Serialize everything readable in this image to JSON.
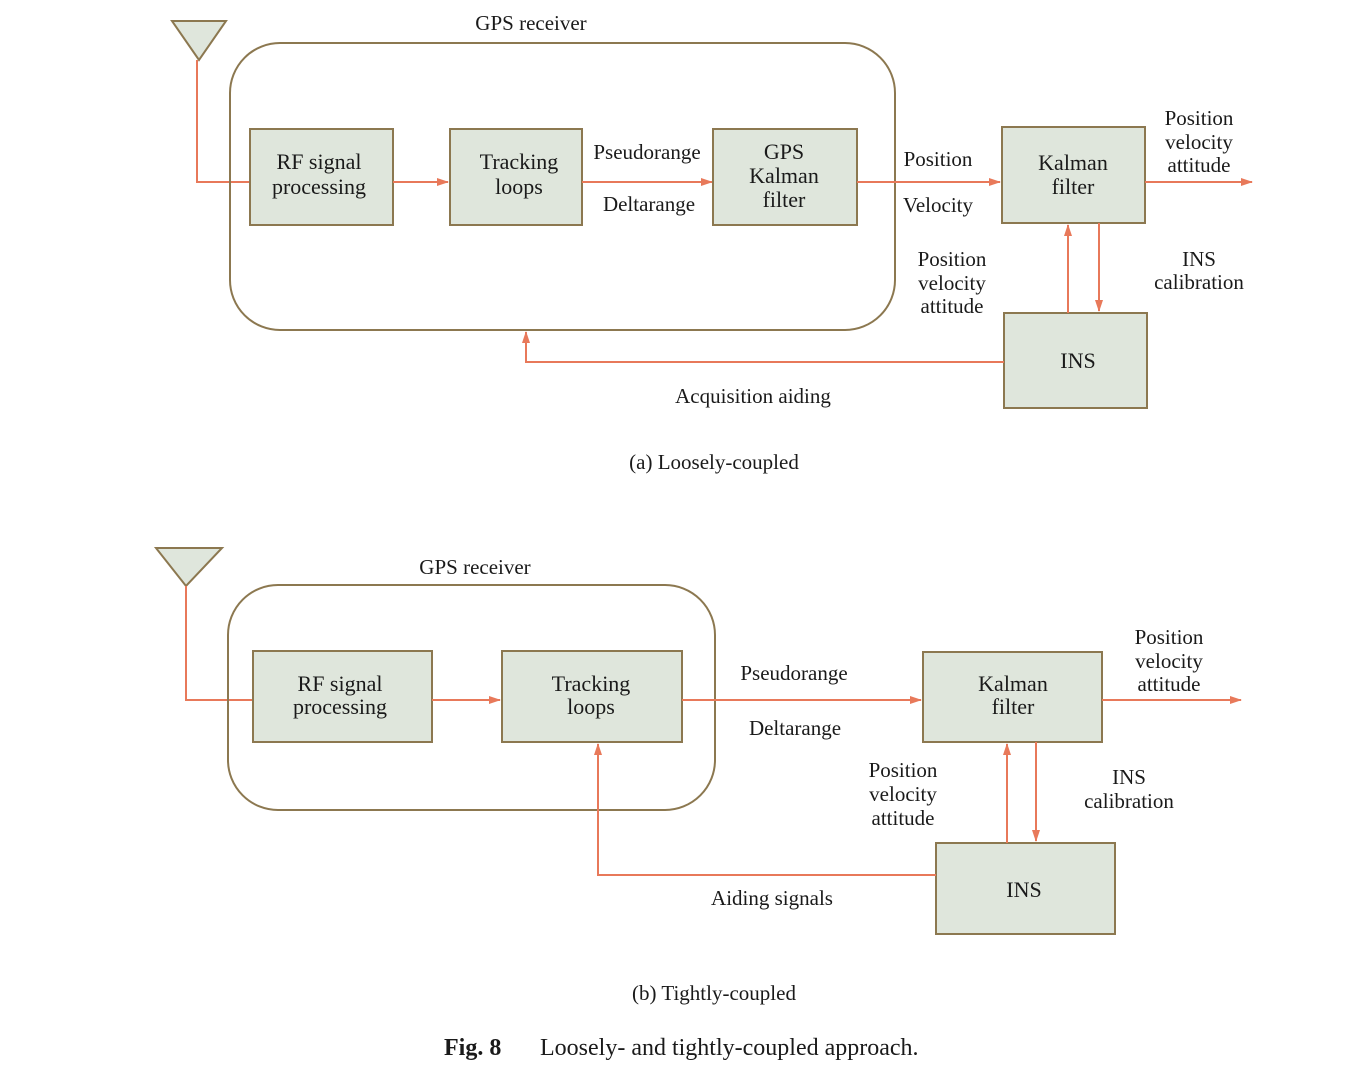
{
  "colors": {
    "block_fill": "#dfe6dc",
    "block_border": "#8c7850",
    "signal_line": "#e8795a",
    "text": "#1a1a1a"
  },
  "loose": {
    "receiver_label": "GPS receiver",
    "rf_block": [
      "RF signal",
      "processing"
    ],
    "tracking_block": [
      "Tracking",
      "loops"
    ],
    "gps_kf_block": [
      "GPS",
      "Kalman",
      "filter"
    ],
    "kalman_block": [
      "Kalman",
      "filter"
    ],
    "ins_block": "INS",
    "pseudorange": "Pseudorange",
    "deltarange": "Deltarange",
    "position": "Position",
    "velocity": "Velocity",
    "output": [
      "Position",
      "velocity",
      "attitude"
    ],
    "ins_to_kf": [
      "Position",
      "velocity",
      "attitude"
    ],
    "ins_calibration": [
      "INS",
      "calibration"
    ],
    "aiding": "Acquisition aiding",
    "caption": "(a)  Loosely-coupled"
  },
  "tight": {
    "receiver_label": "GPS receiver",
    "rf_block": [
      "RF signal",
      "processing"
    ],
    "tracking_block": [
      "Tracking",
      "loops"
    ],
    "kalman_block": [
      "Kalman",
      "filter"
    ],
    "ins_block": "INS",
    "pseudorange": "Pseudorange",
    "deltarange": "Deltarange",
    "output": [
      "Position",
      "velocity",
      "attitude"
    ],
    "ins_to_kf": [
      "Position",
      "velocity",
      "attitude"
    ],
    "ins_calibration": [
      "INS",
      "calibration"
    ],
    "aiding": "Aiding signals",
    "caption": "(b) Tightly-coupled"
  },
  "figure": {
    "number": "Fig. 8",
    "title": "Loosely- and tightly-coupled approach."
  }
}
